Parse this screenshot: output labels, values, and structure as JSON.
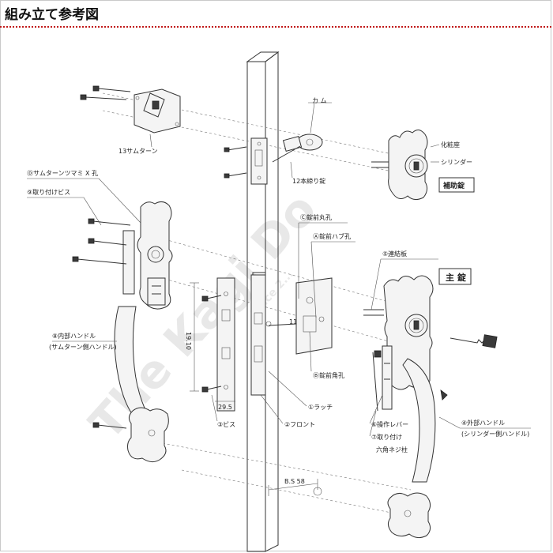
{
  "header": {
    "title": "組み立て参考図"
  },
  "watermark": {
    "main": "The Kagi Do",
    "sub": "Since 2..."
  },
  "labels": {
    "cam": "カ ム",
    "thumbturn13": "13サムターン",
    "decorative_base": "化粧座",
    "cylinder": "シリンダー",
    "auxiliary_lock": "補助錠",
    "deadbolt12": "12本締り錠",
    "thumbturn_knob_hole": "Ⓓサムターンツマミ X 孔",
    "mount_screw9": "⑨取り付けビス",
    "lock_round_hole": "Ⓒ錠前丸孔",
    "lock_hub_hole": "Ⓐ錠前ハブ孔",
    "lock_square_hole": "Ⓑ錠前角孔",
    "connecting_plate": "⑤連結板",
    "main_lock": "主 錠",
    "inner_handle": "⑧内部ハンドル",
    "inner_handle_note": "(サムターン側ハンドル)",
    "latch": "①ラッチ",
    "front": "②フロント",
    "screw3": "③ビス",
    "operating_lever": "⑥操作レバー",
    "mount7": "⑦取り付け",
    "hex_bolt": "六角ネジ柱",
    "outer_handle": "④外部ハンドル",
    "outer_handle_note": "(シリンダー側ハンドル)",
    "dim_pitch": "29.5",
    "dim_vertical": "19.10",
    "dim_backset": "B.S 58",
    "dim_small": "11"
  },
  "colors": {
    "title_rule": "#c01818",
    "line": "#333333",
    "watermark": "#d6d6d6"
  }
}
